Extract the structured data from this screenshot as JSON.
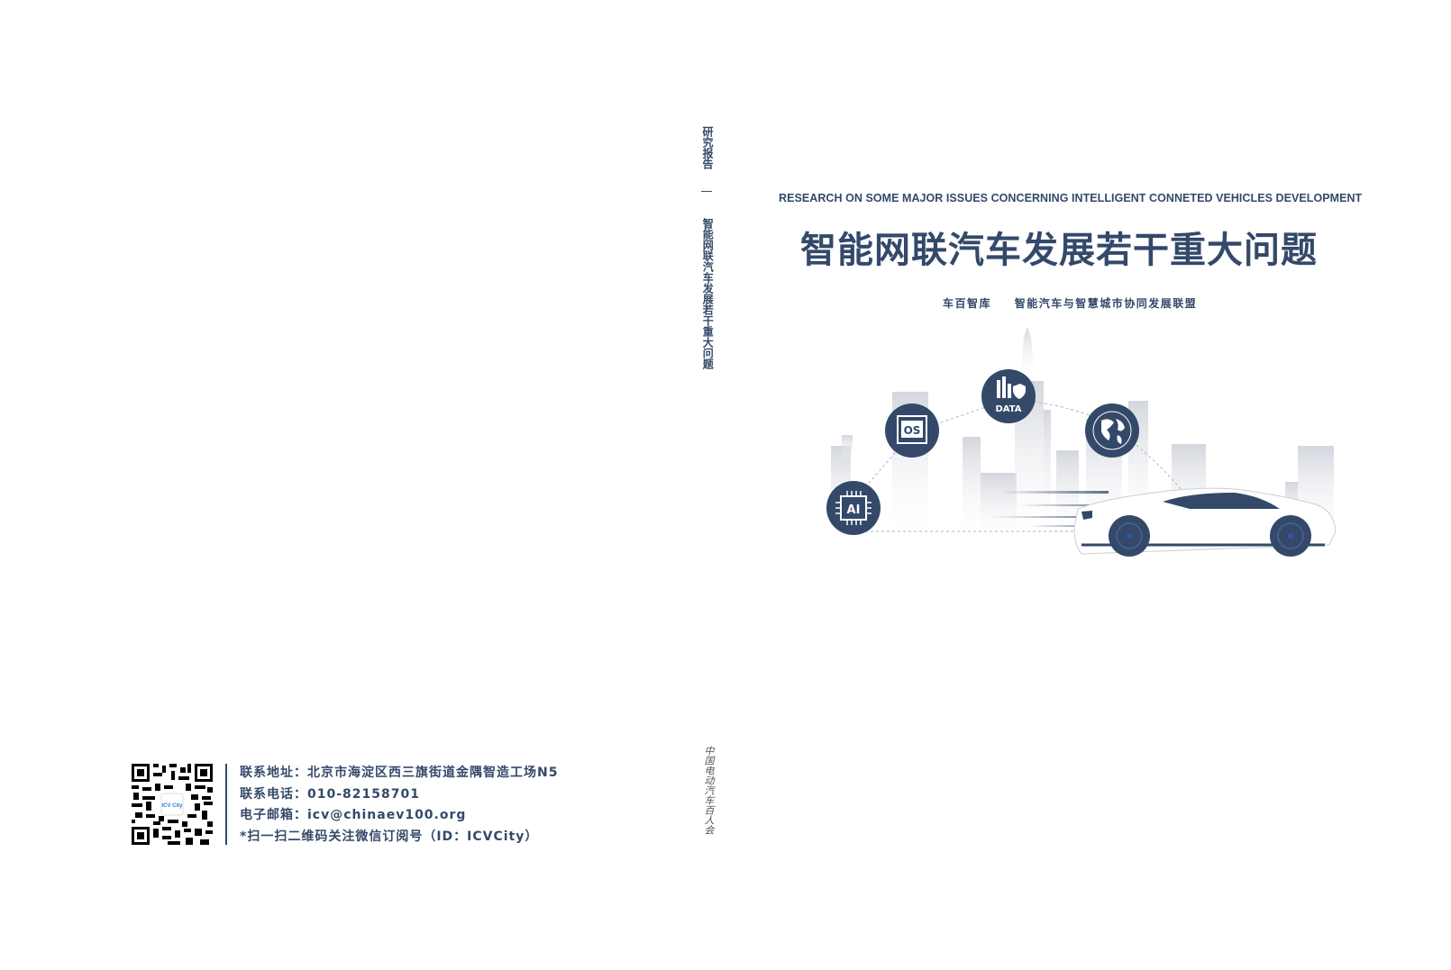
{
  "spine": {
    "top_label": "研究报告",
    "separator": "—",
    "title": "智能网联汽车发展若干重大问题",
    "bottom_logo": "中国电动汽车百人会"
  },
  "front_cover": {
    "english_title": "RESEARCH ON SOME MAJOR ISSUES CONCERNING INTELLIGENT CONNETED VEHICLES DEVELOPMENT",
    "chinese_title": "智能网联汽车发展若干重大问题",
    "publishers": [
      "车百智库",
      "智能汽车与智慧城市协同发展联盟"
    ],
    "illustration": {
      "icons": [
        {
          "name": "ai-chip-icon",
          "label": "AI"
        },
        {
          "name": "os-icon",
          "label": "OS"
        },
        {
          "name": "data-icon",
          "label": "DATA"
        },
        {
          "name": "globe-icon",
          "label": ""
        }
      ],
      "colors": {
        "primary": "#34496a",
        "buildings": "#d9dbe2",
        "background": "#ffffff"
      }
    }
  },
  "back_cover": {
    "qr_code": {
      "center_logo": "ICV City"
    },
    "contact": {
      "address_label": "联系地址：",
      "address": "北京市海淀区西三旗街道金隅智造工场N5",
      "phone_label": "联系电话：",
      "phone": "010-82158701",
      "email_label": "电子邮箱：",
      "email": "icv@chinaev100.org",
      "wechat_note": "*扫一扫二维码关注微信订阅号（ID：ICVCity）"
    }
  },
  "colors": {
    "brand": "#34496a"
  }
}
